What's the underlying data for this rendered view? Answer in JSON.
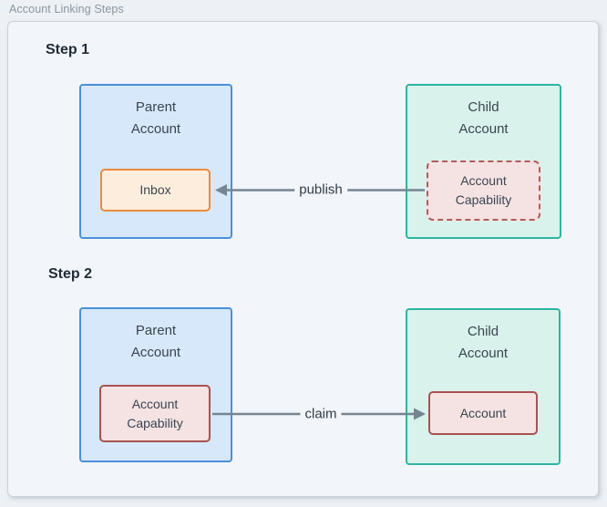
{
  "window": {
    "title": "Account Linking Steps"
  },
  "steps": [
    {
      "heading": "Step 1",
      "parent_box": {
        "label": "Parent\nAccount",
        "inner_box": {
          "label": "Inbox",
          "style": "orange-solid"
        }
      },
      "child_box": {
        "label": "Child\nAccount",
        "inner_box": {
          "label": "Account\nCapability",
          "style": "red-dashed"
        }
      },
      "arrow": {
        "label": "publish",
        "direction": "right-to-left"
      }
    },
    {
      "heading": "Step 2",
      "parent_box": {
        "label": "Parent\nAccount",
        "inner_box": {
          "label": "Account\nCapability",
          "style": "red-solid"
        }
      },
      "child_box": {
        "label": "Child\nAccount",
        "inner_box": {
          "label": "Account",
          "style": "red-solid"
        }
      },
      "arrow": {
        "label": "claim",
        "direction": "left-to-right"
      }
    }
  ],
  "colors": {
    "canvas_bg": "#f2f5f9",
    "page_bg": "#edf1f5",
    "parent_fill": "#d7e8fa",
    "parent_border": "#4a90d8",
    "child_fill": "#d9f2ec",
    "child_border": "#2db5a1",
    "inbox_fill": "#fdeddc",
    "inbox_border": "#e98b3e",
    "capability_fill": "#f5e3e3",
    "capability_border": "#a85252",
    "arrow": "#768592"
  }
}
